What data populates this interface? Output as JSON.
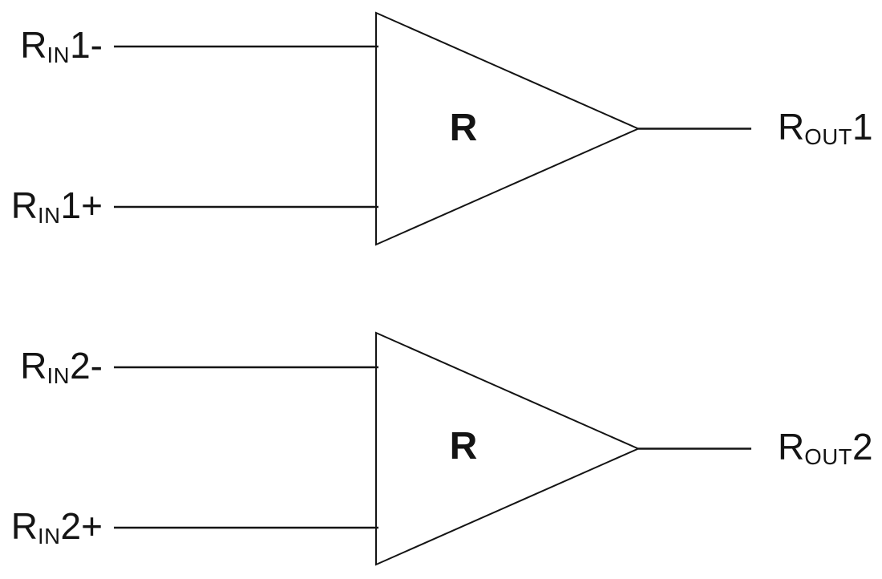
{
  "diagram": {
    "type": "amplifier-block-schematic",
    "colors": {
      "background": "#ffffff",
      "line": "#141414",
      "text": "#141414"
    },
    "amplifiers": [
      {
        "gain_label": "R",
        "inputs": [
          {
            "main": "R",
            "sub": "IN",
            "suffix": "1-"
          },
          {
            "main": "R",
            "sub": "IN",
            "suffix": "1+"
          }
        ],
        "output": {
          "main": "R",
          "sub": "OUT",
          "suffix": "1"
        }
      },
      {
        "gain_label": "R",
        "inputs": [
          {
            "main": "R",
            "sub": "IN",
            "suffix": "2-"
          },
          {
            "main": "R",
            "sub": "IN",
            "suffix": "2+"
          }
        ],
        "output": {
          "main": "R",
          "sub": "OUT",
          "suffix": "2"
        }
      }
    ]
  }
}
